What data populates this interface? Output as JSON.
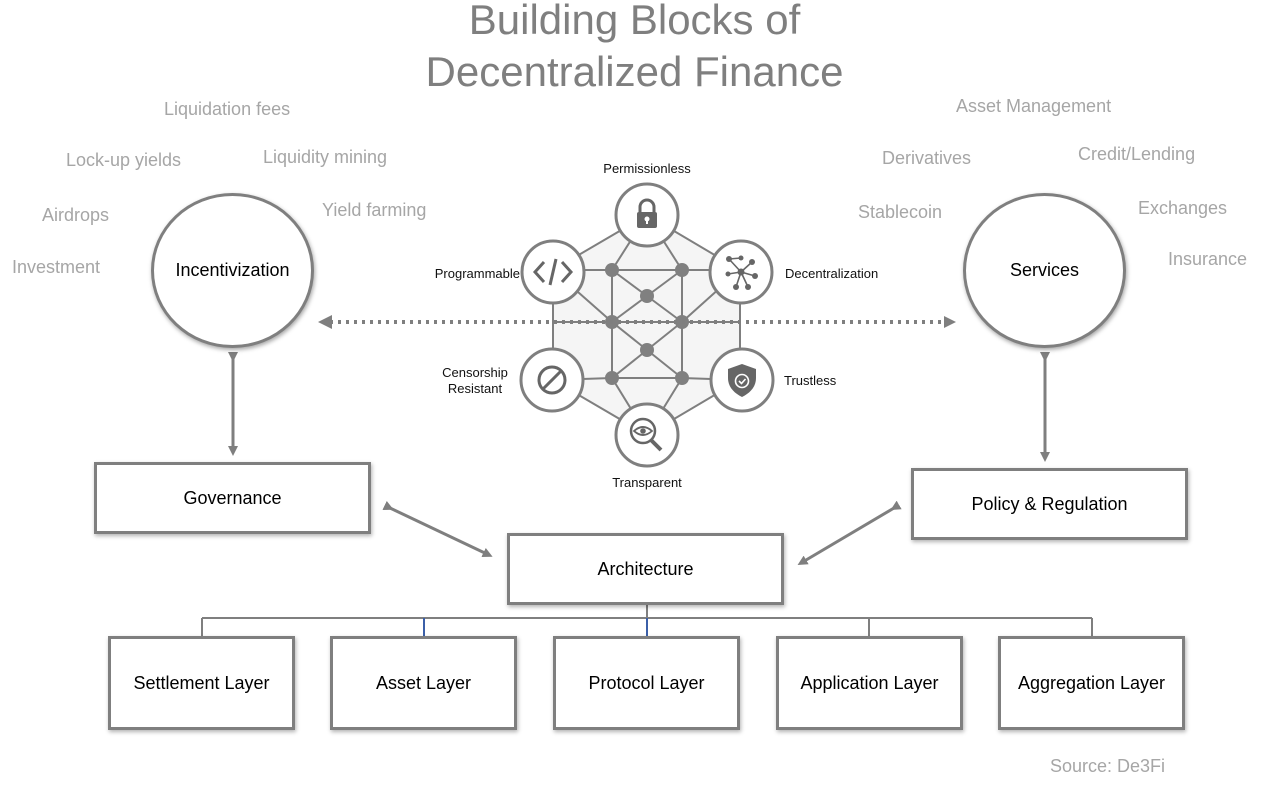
{
  "title": {
    "line1": "Building Blocks of",
    "line2": "Decentralized Finance"
  },
  "incentive_tags": [
    "Liquidation fees",
    "Lock-up yields",
    "Liquidity mining",
    "Airdrops",
    "Yield farming",
    "Investment"
  ],
  "service_tags": [
    "Asset Management",
    "Derivatives",
    "Credit/Lending",
    "Stablecoin",
    "Exchanges",
    "Insurance"
  ],
  "circles": {
    "incentivization": "Incentivization",
    "services": "Services"
  },
  "properties": {
    "permissionless": "Permissionless",
    "programmable": "Programmable",
    "decentralization": "Decentralization",
    "censorship_line1": "Censorship",
    "censorship_line2": "Resistant",
    "trustless": "Trustless",
    "transparent": "Transparent"
  },
  "boxes": {
    "governance": "Governance",
    "policy": "Policy & Regulation",
    "architecture": "Architecture"
  },
  "layers": [
    "Settlement Layer",
    "Asset Layer",
    "Protocol Layer",
    "Application Layer",
    "Aggregation Layer"
  ],
  "source": "Source: De3Fi",
  "colors": {
    "title": "#7f7f7f",
    "tag": "#a6a6a6",
    "stroke": "#7f7f7f",
    "hex_fill": "#f5f5f5",
    "node": "#808080"
  },
  "icons": [
    "lock-icon",
    "code-icon",
    "network-icon",
    "prohibited-icon",
    "shield-check-icon",
    "eye-magnifier-icon"
  ]
}
